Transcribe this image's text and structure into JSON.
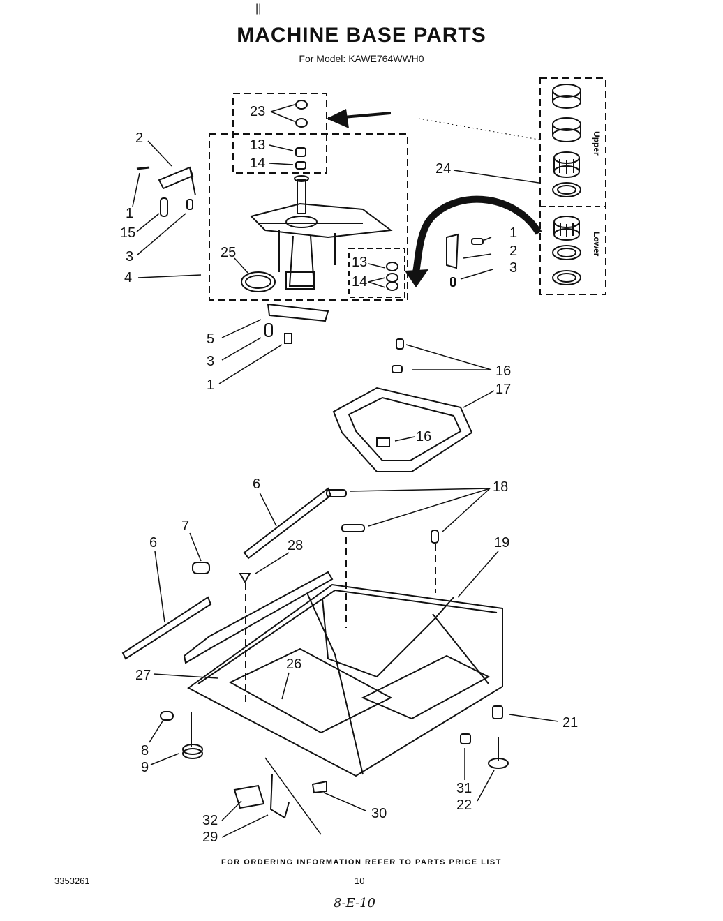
{
  "header": {
    "mark": "||",
    "title": "MACHINE BASE PARTS",
    "subtitle": "For Model: KAWE764WWH0"
  },
  "inset": {
    "upper_label": "Upper",
    "lower_label": "Lower"
  },
  "callouts": {
    "c23": "23",
    "c13a": "13",
    "c14a": "14",
    "c2a": "2",
    "c1a": "1",
    "c15": "15",
    "c3a": "3",
    "c4": "4",
    "c25": "25",
    "c24": "24",
    "c1b": "1",
    "c2b": "2",
    "c3b": "3",
    "c13b": "13",
    "c14b": "14",
    "c5": "5",
    "c3c": "3",
    "c1c": "1",
    "c16a": "16",
    "c17": "17",
    "c16b": "16",
    "c18": "18",
    "c6a": "6",
    "c7": "7",
    "c28": "28",
    "c19": "19",
    "c6b": "6",
    "c26": "26",
    "c27": "27",
    "c21": "21",
    "c8": "8",
    "c9": "9",
    "c31": "31",
    "c22": "22",
    "c30": "30",
    "c32": "32",
    "c29": "29"
  },
  "footer": {
    "note": "FOR ORDERING INFORMATION REFER TO PARTS PRICE LIST",
    "doc_number": "3353261",
    "page_number": "10",
    "handwritten": "8-E-10"
  }
}
